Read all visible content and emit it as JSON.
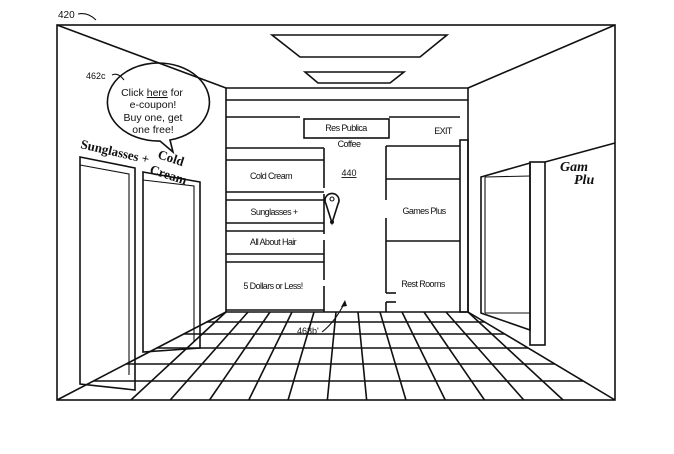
{
  "figure_ref": "420",
  "callout_ref": "462c",
  "arrow_ref": "468b'",
  "location_ref": "440",
  "bubble": {
    "line1_pre": "Click ",
    "line1_link": "here",
    "line1_post": " for",
    "line2": "e-coupon!",
    "line3": "Buy one, get",
    "line4": "one free!"
  },
  "left_signs": {
    "sunglasses": "Sunglasses +",
    "cold": "Cold",
    "cream": "Cream"
  },
  "right_sign": {
    "line1": "Gam",
    "line2": "Plu"
  },
  "directory": {
    "top": "Res Publica",
    "top2": "Coffee",
    "exit": "EXIT",
    "left": [
      "Cold Cream",
      "Sunglasses +",
      "All About Hair",
      "5 Dollars or Less!"
    ],
    "right": [
      "Games Plus",
      "Rest Rooms"
    ]
  }
}
